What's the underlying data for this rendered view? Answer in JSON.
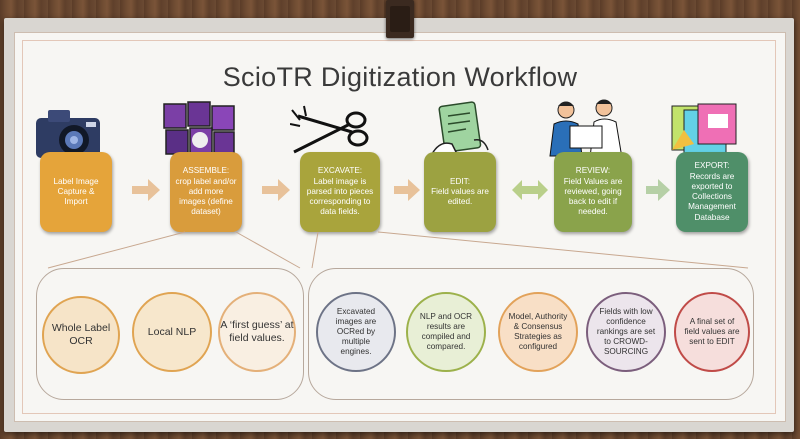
{
  "title": "ScioTR Digitization Workflow",
  "steps": [
    {
      "head": "",
      "body": "Label Image Capture & Import",
      "color": "#e5a43a"
    },
    {
      "head": "ASSEMBLE:",
      "body": "crop label and/or add more images (define dataset)",
      "color": "#d99c3c"
    },
    {
      "head": "EXCAVATE:",
      "body": "Label image is parsed into pieces corresponding to data fields.",
      "color": "#a9a43c"
    },
    {
      "head": "EDIT:",
      "body": "Field values are edited.",
      "color": "#9ca241"
    },
    {
      "head": "REVIEW:",
      "body": "Field Values are reviewed, going back to edit if needed.",
      "color": "#8aa34b"
    },
    {
      "head": "EXPORT:",
      "body": "Records are exported to Collections Management Database",
      "color": "#4f8f69"
    }
  ],
  "left_group": [
    {
      "text": "Whole Label OCR"
    },
    {
      "text": "Local NLP"
    },
    {
      "text": "A ‘first guess’ at field values."
    }
  ],
  "right_group": [
    {
      "text": "Excavated images are OCRed by multiple engines."
    },
    {
      "text": "NLP and OCR results are compiled and compared."
    },
    {
      "text": "Model, Authority & Consensus Strategies as configured"
    },
    {
      "text": "Fields with low confidence rankings are set to CROWD-SOURCING"
    },
    {
      "text": "A final set of field values are sent to EDIT"
    }
  ],
  "icons": [
    "camera-icon",
    "image-collage-icon",
    "scissors-icon",
    "hand-writing-icon",
    "people-reviewing-icon",
    "database-files-icon"
  ]
}
